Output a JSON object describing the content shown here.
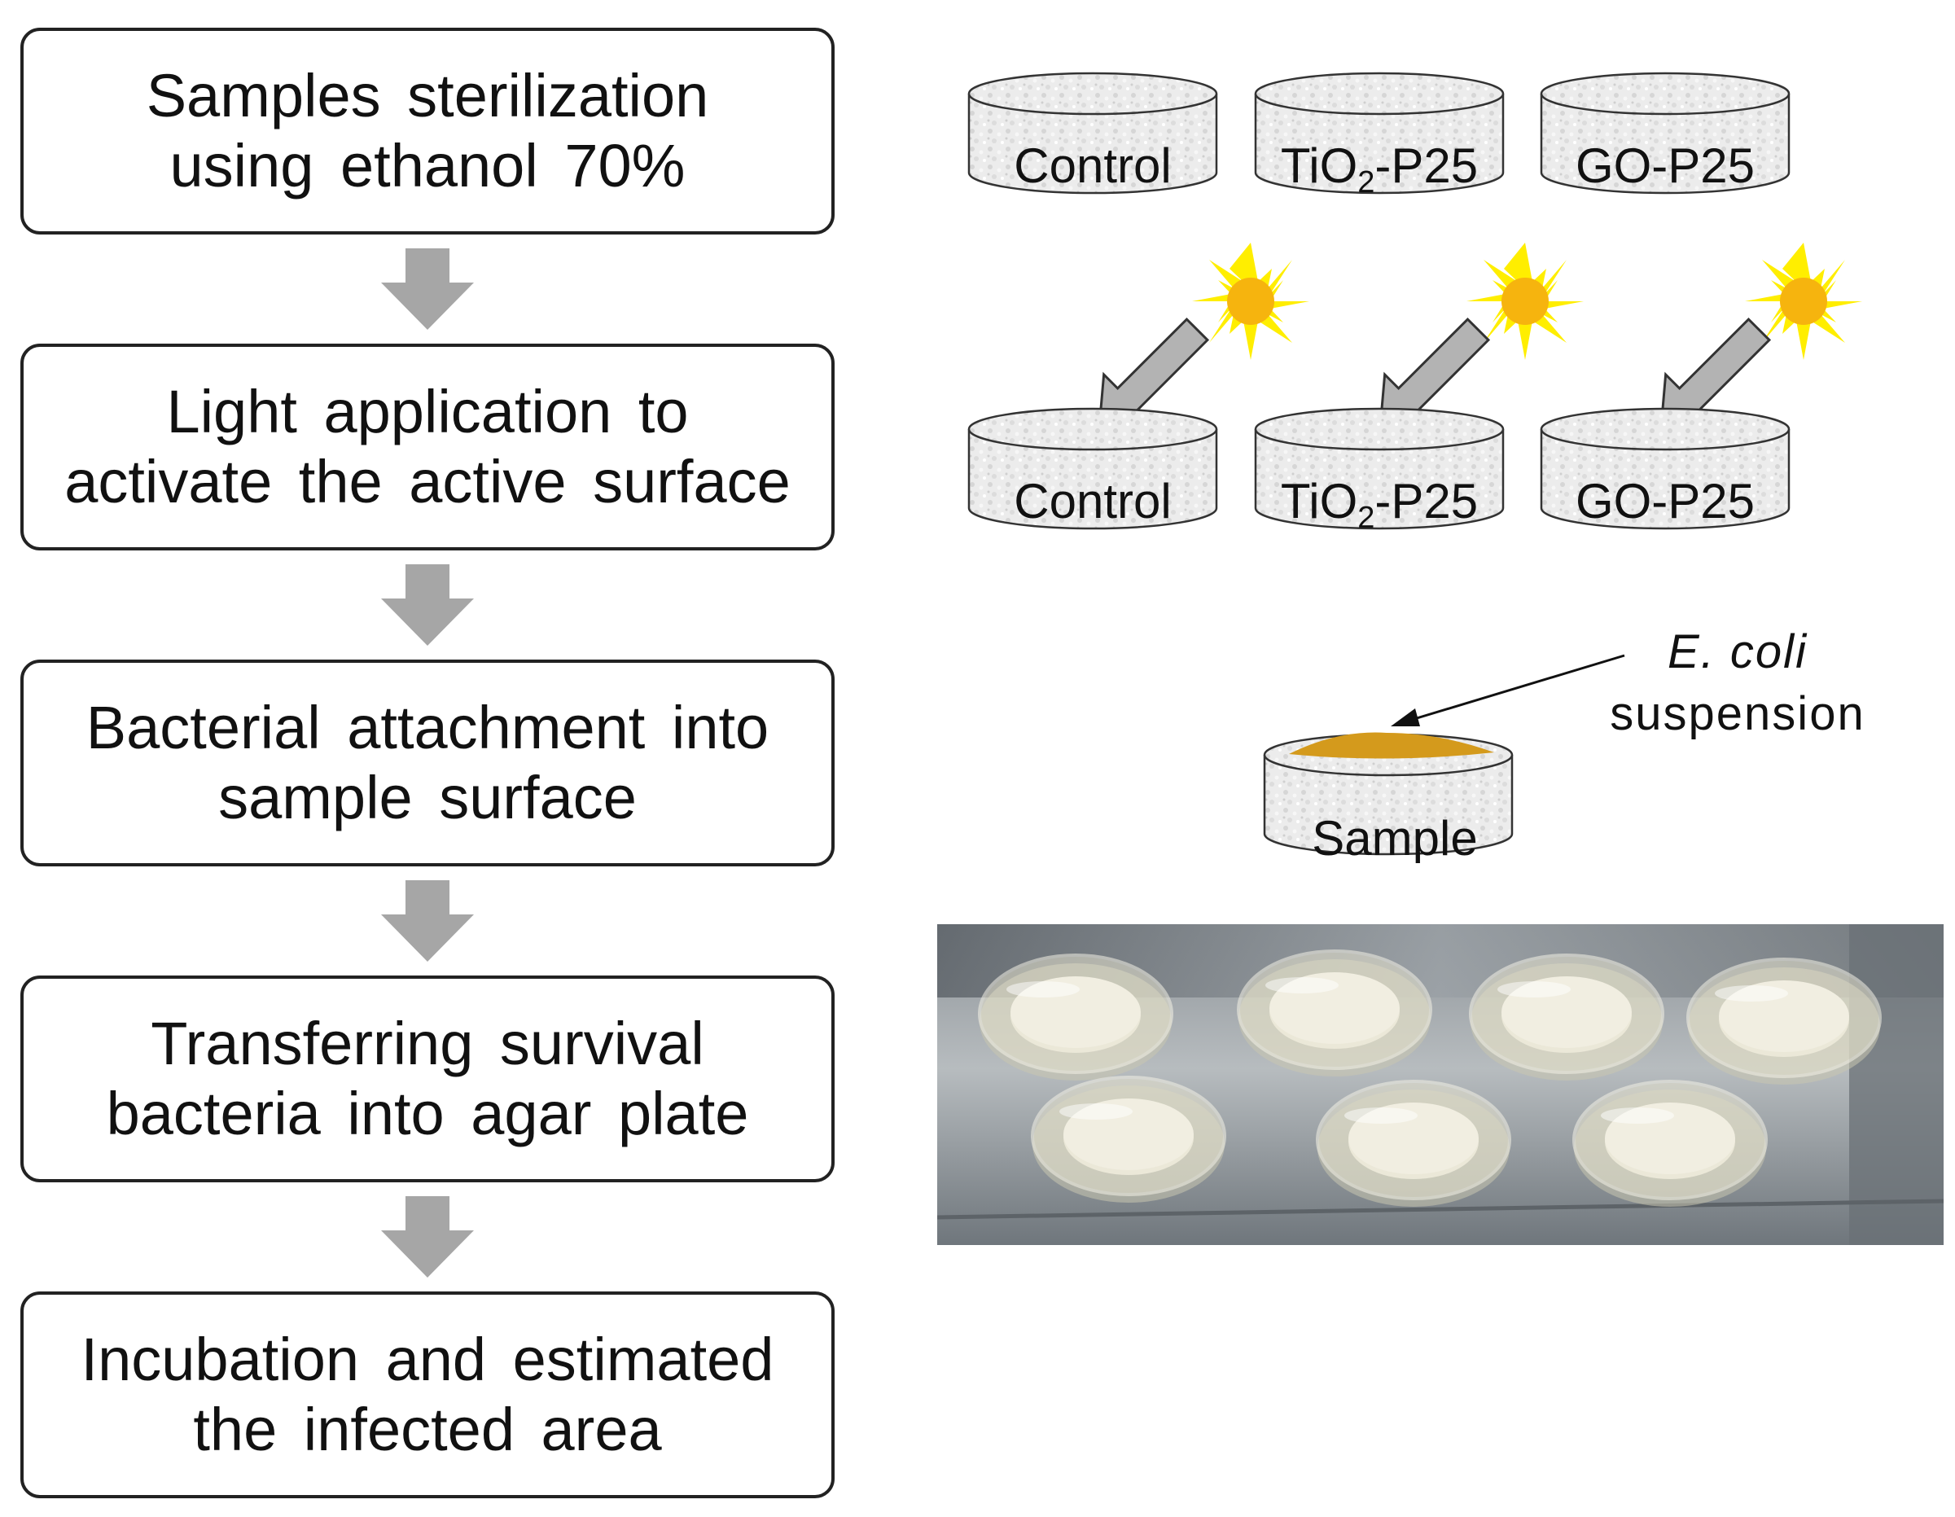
{
  "flowchart": {
    "steps": [
      {
        "line1": "Samples sterilization",
        "line2": "using ethanol 70%"
      },
      {
        "line1": "Light application to",
        "line2": "activate the active surface"
      },
      {
        "line1": "Bacterial attachment into",
        "line2": "sample surface"
      },
      {
        "line1": "Transferring survival",
        "line2": "bacteria into agar plate"
      },
      {
        "line1": "Incubation and estimated",
        "line2": "the infected area"
      }
    ]
  },
  "samples": {
    "row1": [
      {
        "label": "Control"
      },
      {
        "label_main": "TiO",
        "label_sub": "2",
        "label_rest": "-P25"
      },
      {
        "label": "GO-P25"
      }
    ],
    "row2": [
      {
        "label": "Control"
      },
      {
        "label_main": "TiO",
        "label_sub": "2",
        "label_rest": "-P25"
      },
      {
        "label": "GO-P25"
      }
    ]
  },
  "attachment": {
    "sample_label": "Sample",
    "ecoli_label_italic": "E. coli",
    "ecoli_label_rest": "suspension"
  },
  "colors": {
    "box_border": "#222222",
    "flow_arrow": "#a6a6a6",
    "sun": "#f6b40e",
    "sun_rays": "#ffee00",
    "suspension": "#d49a1c",
    "dish_fill": "#e9e9e9"
  },
  "icons": {
    "sun": "sun-icon",
    "light_arrow": "arrow-down-left-icon",
    "flow_arrow": "arrow-down-icon"
  }
}
